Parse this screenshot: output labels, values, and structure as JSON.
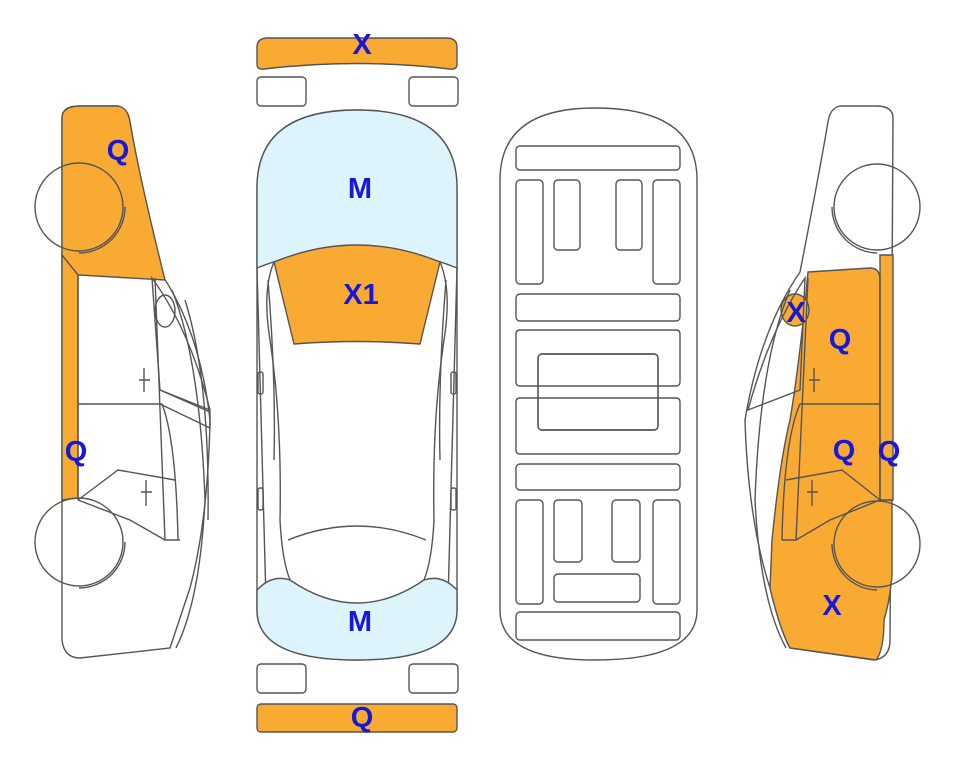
{
  "colors": {
    "damage": "#F9AA33",
    "glass": "#DDF4FC",
    "label": "#1818D8",
    "outline": "#555555",
    "body": "#FFFFFF"
  },
  "labels": {
    "front_bumper": "X",
    "windshield": "M",
    "hood": "X1",
    "rear_window": "M",
    "rear_bumper": "Q",
    "left_front_fender": "Q",
    "left_rocker": "Q",
    "right_headlamp": "X",
    "right_front_door": "Q",
    "right_rear_door": "Q",
    "right_rocker": "Q",
    "right_rear_quarter": "X"
  }
}
